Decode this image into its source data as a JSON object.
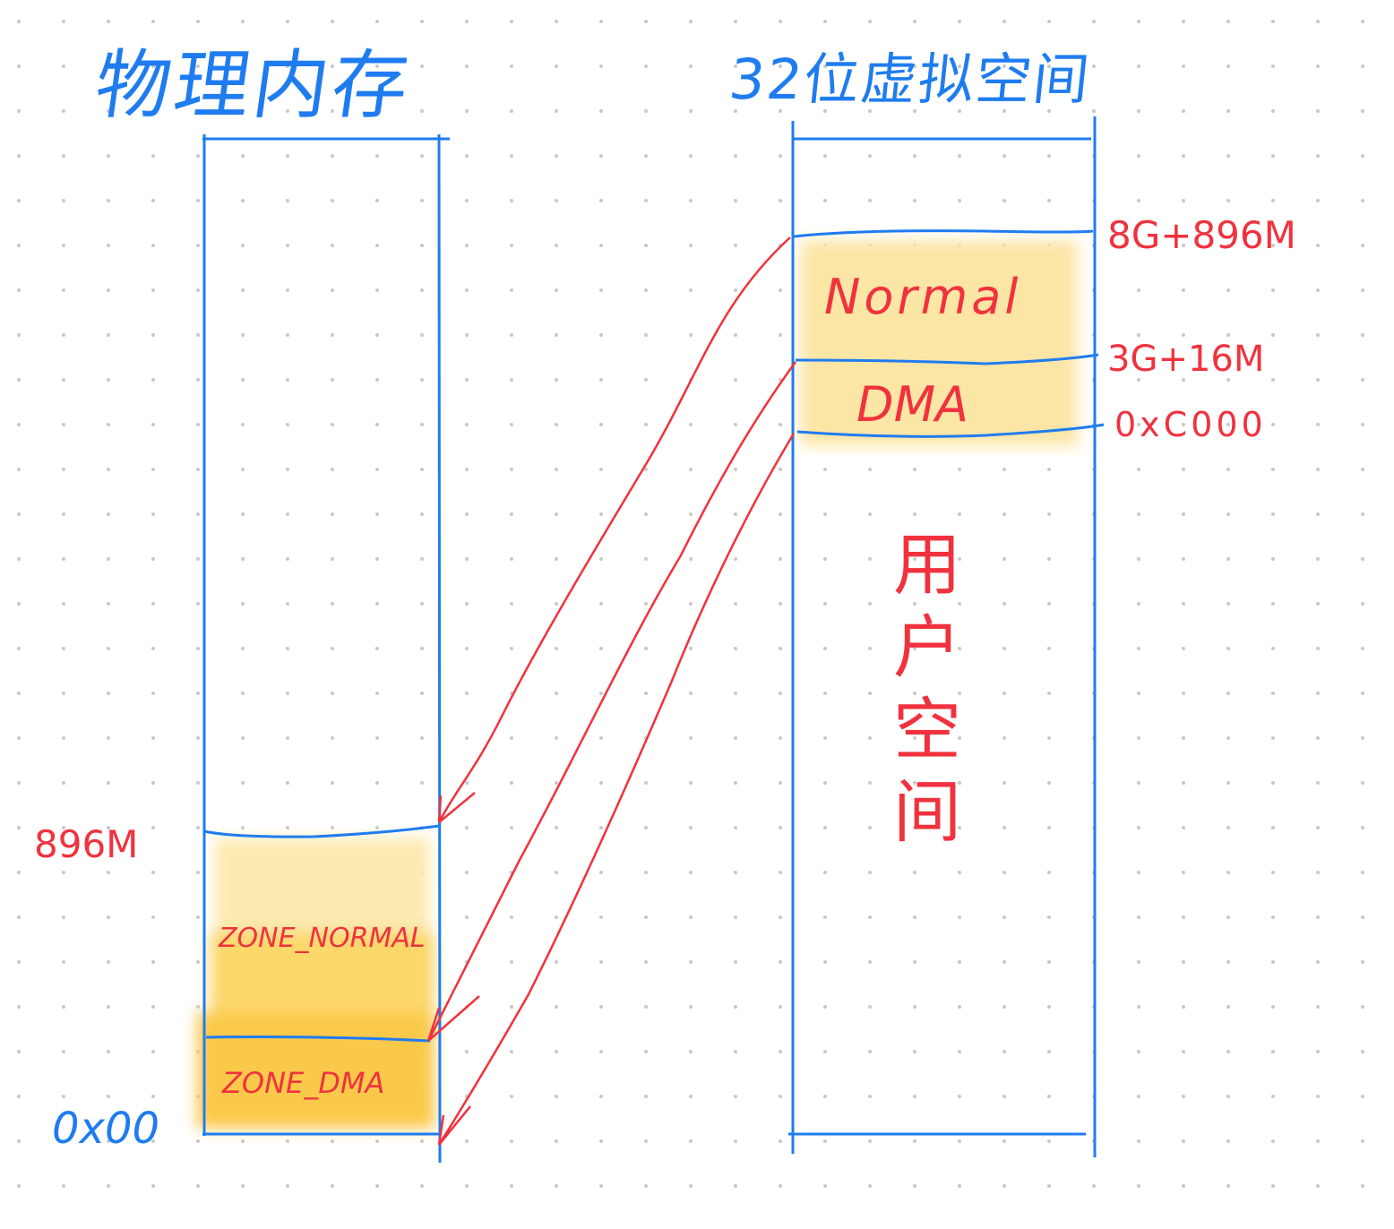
{
  "physical_memory": {
    "title": "物理内存",
    "label_896m": "896M",
    "label_origin": "0x00",
    "zone_normal": "ZONE_NORMAL",
    "zone_dma": "ZONE_DMA"
  },
  "virtual_space": {
    "title": "32位虚拟空间",
    "label_top": "8G+896M",
    "label_mid": "3G+16M",
    "label_base": "0xC000",
    "normal": "Normal",
    "dma": "DMA",
    "user_space": [
      "用",
      "户",
      "空",
      "间"
    ]
  },
  "colors": {
    "blue": "#1f7cf0",
    "red": "#f0323e",
    "highlight": "#fcd96a",
    "dots": "#c8c8c8"
  }
}
